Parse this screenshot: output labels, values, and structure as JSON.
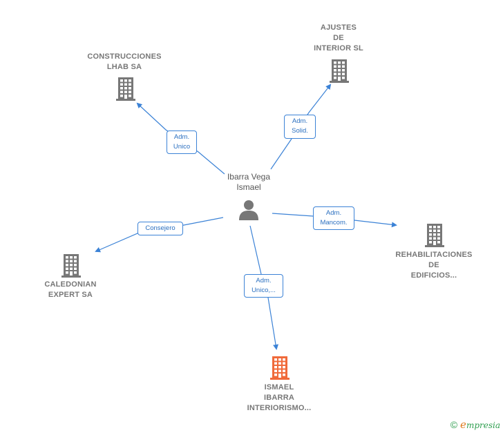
{
  "center": {
    "lines": [
      "Ibarra Vega",
      "Ismael"
    ],
    "icon": "person-icon",
    "color": "#777777"
  },
  "nodes": [
    {
      "id": "construcciones",
      "lines": [
        "CONSTRUCCIONES",
        "LHAB SA"
      ],
      "icon": "building-icon",
      "color": "#777777"
    },
    {
      "id": "ajustes",
      "lines": [
        "AJUSTES",
        "DE",
        "INTERIOR SL"
      ],
      "icon": "building-icon",
      "color": "#777777"
    },
    {
      "id": "rehabilitaciones",
      "lines": [
        "REHABILITACIONES",
        "DE",
        "EDIFICIOS..."
      ],
      "icon": "building-icon",
      "color": "#777777"
    },
    {
      "id": "caledonian",
      "lines": [
        "CALEDONIAN",
        "EXPERT SA"
      ],
      "icon": "building-icon",
      "color": "#777777"
    },
    {
      "id": "ismael",
      "lines": [
        "ISMAEL",
        "IBARRA",
        "INTERIORISMO..."
      ],
      "icon": "building-icon",
      "color": "#f06a3a"
    }
  ],
  "edges": [
    {
      "target": "construcciones",
      "lines": [
        "Adm.",
        "Unico"
      ]
    },
    {
      "target": "ajustes",
      "lines": [
        "Adm.",
        "Solid."
      ]
    },
    {
      "target": "rehabilitaciones",
      "lines": [
        "Adm.",
        "Mancom."
      ]
    },
    {
      "target": "caledonian",
      "lines": [
        "Consejero"
      ]
    },
    {
      "target": "ismael",
      "lines": [
        "Adm.",
        "Unico,..."
      ]
    }
  ],
  "colors": {
    "edge": "#3b82d6",
    "edge_text": "#2a6fc0"
  },
  "footer": {
    "copyright": "©",
    "brand_first": "e",
    "brand_rest": "mpresia"
  }
}
